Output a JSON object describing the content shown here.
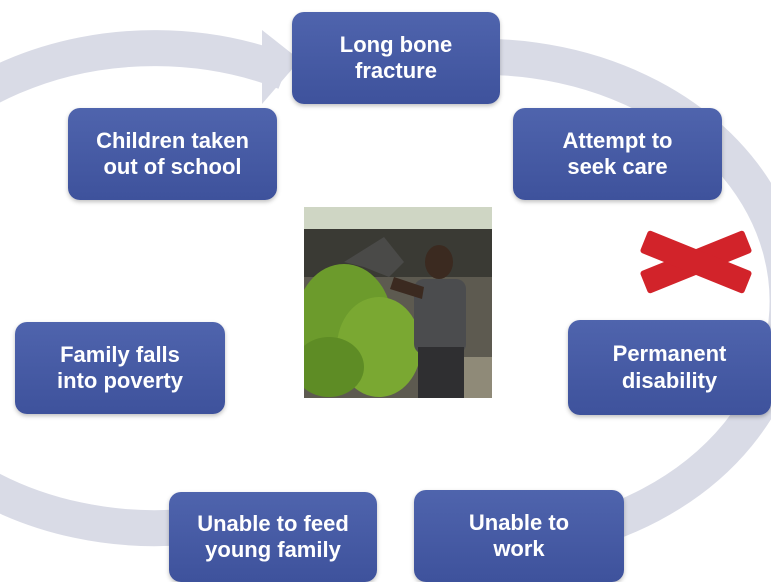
{
  "diagram": {
    "nodes": [
      {
        "id": "long-bone",
        "text": "Long bone\nfracture"
      },
      {
        "id": "seek-care",
        "text": "Attempt to\nseek care"
      },
      {
        "id": "disability",
        "text": "Permanent\ndisability"
      },
      {
        "id": "unable-work",
        "text": "Unable to\nwork"
      },
      {
        "id": "feed-family",
        "text": "Unable to feed\nyoung family"
      },
      {
        "id": "poverty",
        "text": "Family falls\ninto poverty"
      },
      {
        "id": "school",
        "text": "Children taken\nout of school"
      }
    ],
    "blocked_marker": {
      "icon": "red-x-icon",
      "color": "#d2232a"
    },
    "cycle_arrow_color": "#d9dbe6",
    "node_color": "#4358a3",
    "center_photo": {
      "subject": "man-carrying-bananas"
    }
  }
}
